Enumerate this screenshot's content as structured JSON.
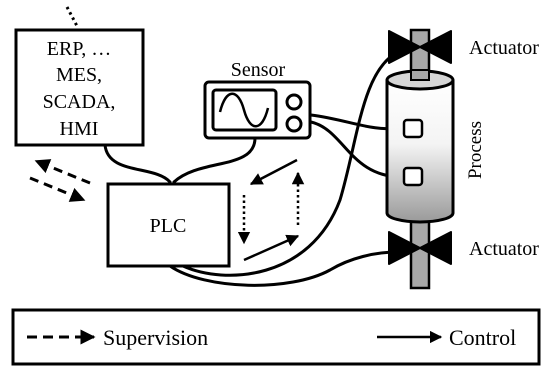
{
  "systems_box": {
    "lines": [
      "ERP, …",
      "MES,",
      "SCADA,",
      "HMI"
    ]
  },
  "sensor": {
    "label": "Sensor"
  },
  "plc": {
    "label": "PLC"
  },
  "actuators": [
    {
      "label": "Actuator"
    },
    {
      "label": "Actuator"
    }
  ],
  "process": {
    "label": "Process"
  },
  "legend": {
    "supervision_label": "Supervision",
    "control_label": "Control"
  },
  "colors": {
    "stroke": "#000000",
    "background": "#ffffff",
    "process_light": "#ffffff",
    "process_dark": "#9a9a9a"
  }
}
